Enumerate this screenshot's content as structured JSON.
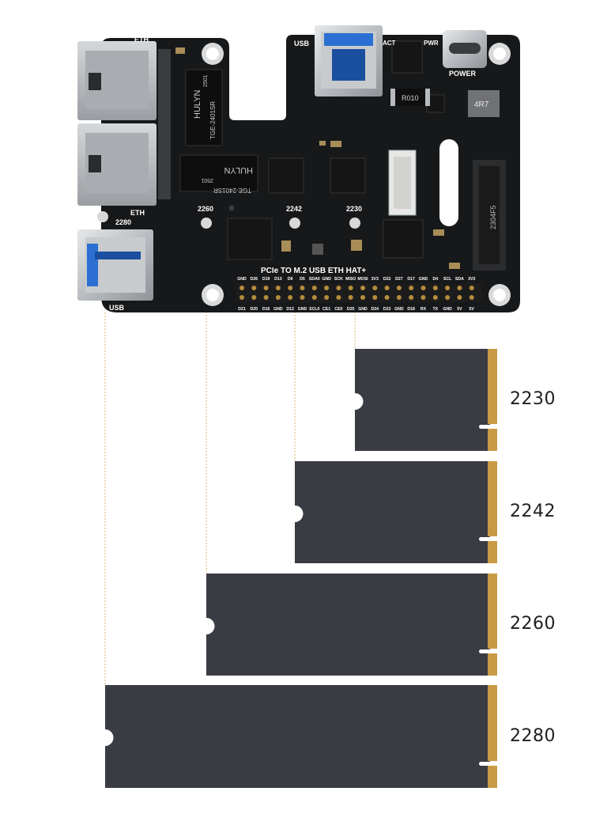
{
  "board": {
    "title": "PCIe TO M.2 USB ETH HAT+",
    "port_labels": {
      "eth": "ETH",
      "eth_lower": "ETH",
      "usb_top": "USB",
      "usb_left": "USB",
      "power": "POWER",
      "act": "ACT",
      "pwr": "PWR"
    },
    "chips": {
      "transformer_1_brand": "HULYN",
      "transformer_1_code": "2501",
      "transformer_1_part": "TGE-2401SR",
      "transformer_2_brand": "HULYN",
      "transformer_2_code": "2501",
      "transformer_2_part": "TGE-2401SR",
      "resistor": "R010",
      "inductor": "4R7",
      "m2_slot_code": "2304F5"
    },
    "mount_labels": [
      "2280",
      "2260",
      "2242",
      "2230"
    ],
    "gpio_top": [
      "GND",
      "D26",
      "D19",
      "D13",
      "D6",
      "D5",
      "SDA0",
      "GND",
      "SCK",
      "MISO",
      "MOSI",
      "3V3",
      "D22",
      "D27",
      "D17",
      "GND",
      "D4",
      "SCL",
      "SDA",
      "3V3"
    ],
    "gpio_bottom": [
      "D21",
      "D20",
      "D16",
      "GND",
      "D12",
      "GND",
      "SCL0",
      "CE1",
      "CE0",
      "D25",
      "GND",
      "D24",
      "D23",
      "GND",
      "D18",
      "RX",
      "TX",
      "GND",
      "5V",
      "5V"
    ]
  },
  "ssd_sizes": [
    "2230",
    "2242",
    "2260",
    "2280"
  ],
  "colors": {
    "pcb": "#17181a",
    "ssd": "#3a3c44",
    "gold": "#c99a45",
    "guide": "#d8b26a"
  }
}
